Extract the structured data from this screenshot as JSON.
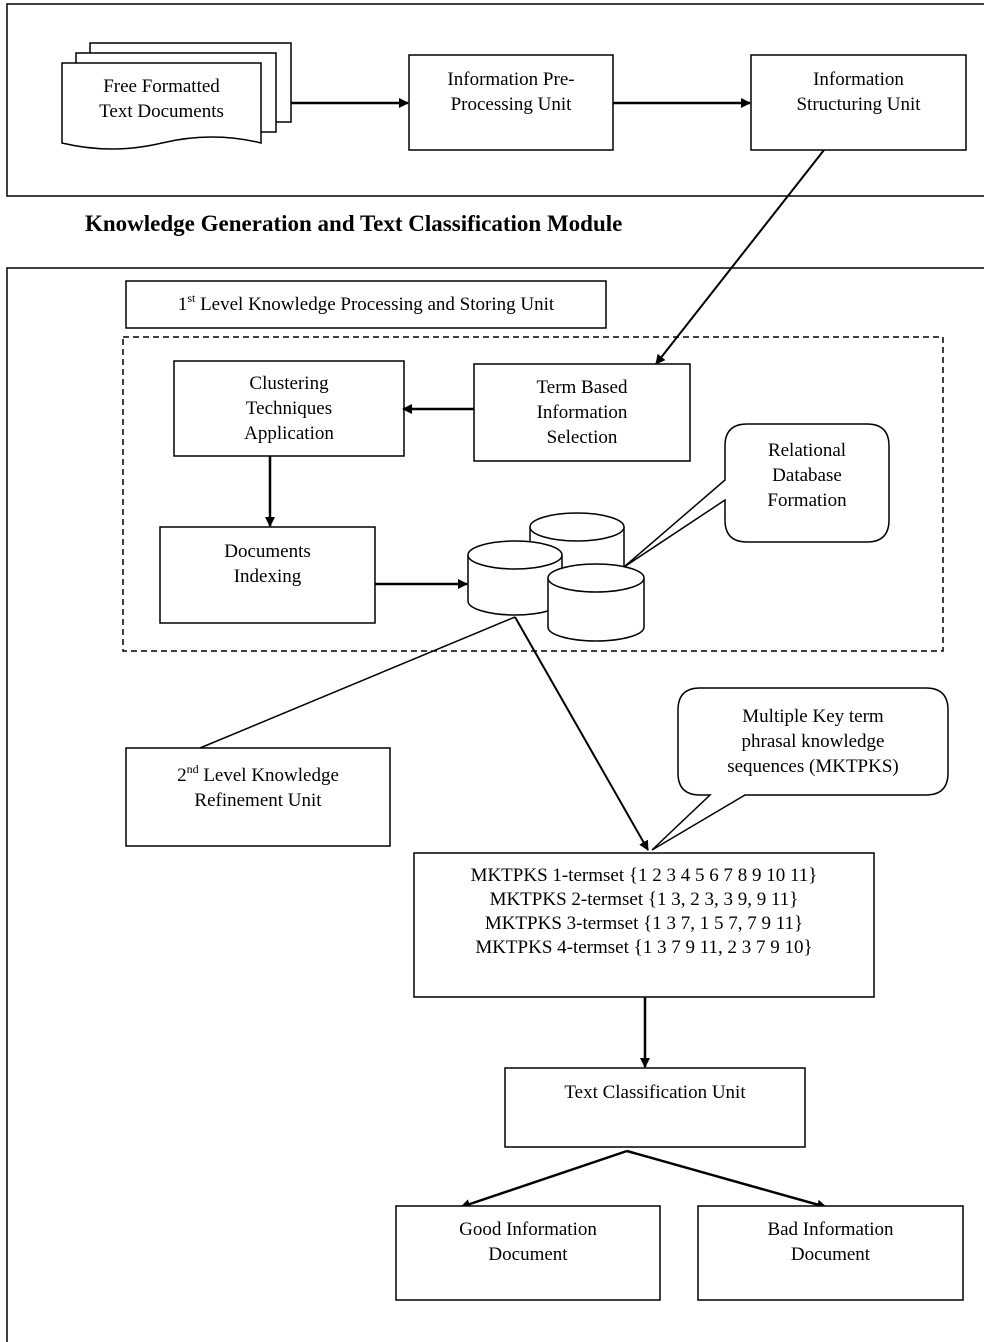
{
  "module_title": "Knowledge Generation and Text Classification Module",
  "blocks": {
    "free_text": [
      "Free Formatted",
      "Text Documents"
    ],
    "preprocessing": [
      "Information Pre-",
      "Processing Unit"
    ],
    "structuring": [
      "Information",
      "Structuring Unit"
    ],
    "level1": {
      "prefix": "1",
      "sup": "st",
      "rest": " Level Knowledge Processing and Storing Unit"
    },
    "clustering": [
      "Clustering",
      "Techniques",
      "Application"
    ],
    "term_selection": [
      "Term Based",
      "Information",
      "Selection"
    ],
    "relational": [
      "Relational",
      "Database",
      "Formation"
    ],
    "indexing": [
      "Documents",
      "Indexing"
    ],
    "level2": {
      "prefix": "2",
      "sup": "nd",
      "rest": " Level Knowledge",
      "line2": "Refinement Unit"
    },
    "mktpks_callout": [
      "Multiple Key term",
      "phrasal knowledge",
      "sequences (MKTPKS)"
    ],
    "mktpks_lines": [
      "MKTPKS 1-termset {1 2 3 4 5 6 7 8 9 10 11}",
      "MKTPKS 2-termset {1 3, 2 3, 3 9, 9 11}",
      "MKTPKS 3-termset {1 3  7, 1 5 7, 7 9 11}",
      "MKTPKS 4-termset {1 3 7 9 11, 2 3 7 9 10}"
    ],
    "classification": [
      "Text Classification Unit"
    ],
    "good": [
      "Good Information",
      "Document"
    ],
    "bad": [
      "Bad Information",
      "Document"
    ]
  }
}
